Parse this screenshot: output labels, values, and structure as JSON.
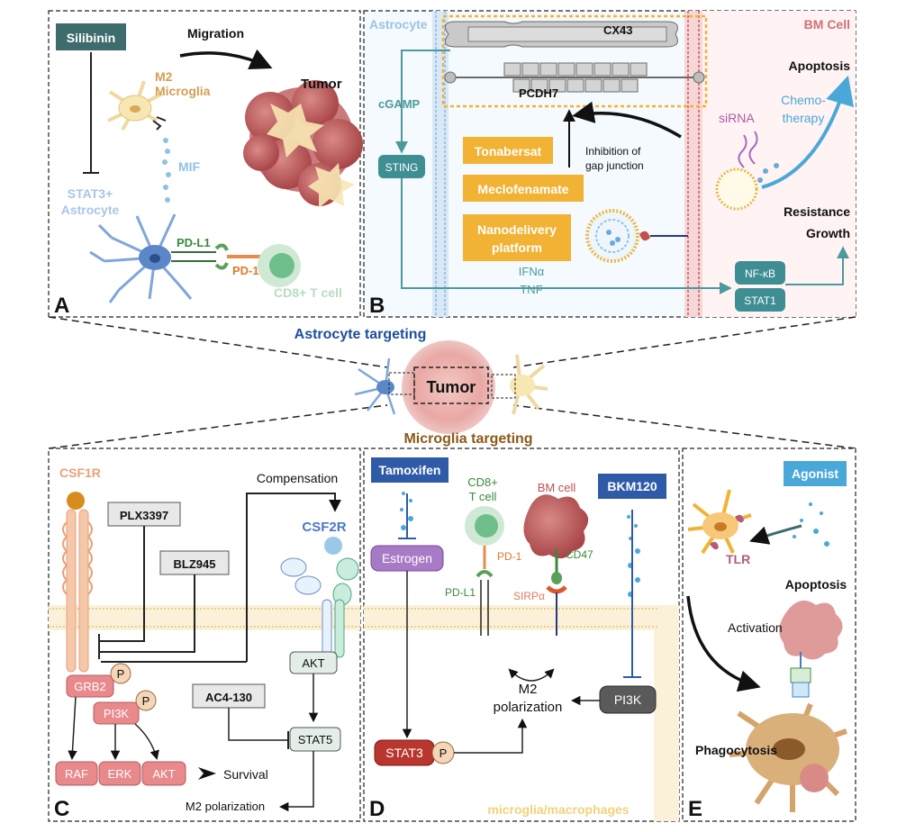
{
  "panels": {
    "a": {
      "letter": "A",
      "silibinin": "Silibinin",
      "migration": "Migration",
      "m2_microglia_1": "M2",
      "m2_microglia_2": "Microglia",
      "tumor": "Tumor",
      "mif": "MIF",
      "stat3_astrocyte_1": "STAT3+",
      "stat3_astrocyte_2": "Astrocyte",
      "pdl1": "PD-L1",
      "pd1": "PD-1",
      "cd8": "CD8+ T cell"
    },
    "b": {
      "letter": "B",
      "astrocyte": "Astrocyte",
      "bm_cell": "BM Cell",
      "cx43": "CX43",
      "pcdh7": "PCDH7",
      "cgamp": "cGAMP",
      "sting": "STING",
      "tonabersat": "Tonabersat",
      "meclofenamate": "Meclofenamate",
      "nanodelivery_1": "Nanodelivery",
      "nanodelivery_2": "platform",
      "inhibition_1": "Inhibition of",
      "inhibition_2": "gap junction",
      "sirna": "siRNA",
      "chemo_1": "Chemo-",
      "chemo_2": "therapy",
      "apoptosis": "Apoptosis",
      "resistance": "Resistance",
      "growth": "Growth",
      "ifna": "IFNα",
      "tnf": "TNF",
      "nfkb": "NF-κB",
      "stat1": "STAT1"
    },
    "center": {
      "astrocyte_targeting": "Astrocyte targeting",
      "tumor": "Tumor",
      "microglia_targeting": "Microglia targeting"
    },
    "c": {
      "letter": "C",
      "csf1r": "CSF1R",
      "plx3397": "PLX3397",
      "blz945": "BLZ945",
      "compensation": "Compensation",
      "csf2r": "CSF2R",
      "grb2": "GRB2",
      "pi3k": "PI3K",
      "p": "P",
      "akt": "AKT",
      "stat5": "STAT5",
      "ac4130": "AC4-130",
      "raf": "RAF",
      "erk": "ERK",
      "akt2": "AKT",
      "survival": "Survival",
      "m2_polarization": "M2 polarization"
    },
    "d": {
      "letter": "D",
      "tamoxifen": "Tamoxifen",
      "estrogen": "Estrogen",
      "cd8_1": "CD8+",
      "cd8_2": "T cell",
      "bm_cell": "BM cell",
      "bkm120": "BKM120",
      "pd1": "PD-1",
      "cd47": "CD47",
      "pdl1": "PD-L1",
      "sirpa": "SIRPα",
      "m2_1": "M2",
      "m2_2": "polarization",
      "pi3k": "PI3K",
      "stat3": "STAT3",
      "p": "P",
      "microglia_macrophages": "microglia/macrophages"
    },
    "e": {
      "letter": "E",
      "agonist": "Agonist",
      "tlr": "TLR",
      "apoptosis": "Apoptosis",
      "activation": "Activation",
      "phagocytosis": "Phagocytosis"
    }
  },
  "colors": {
    "dark_teal": "#3e6b6b",
    "orange_box": "#f2b233",
    "blue_title": "#1f4e9c",
    "brown_title": "#8a5a17",
    "csf1r": "#e8a27c",
    "csf2r": "#4a7bc1",
    "pink_node": "#e8898c",
    "teal_node": "#3e8e93",
    "bm_red": "#c0392b"
  },
  "icons": [
    "tumor-cell-icon",
    "microglia-icon",
    "astrocyte-icon",
    "t-cell-icon",
    "nanoparticle-icon",
    "gap-junction-icon",
    "receptor-icon",
    "membrane-icon",
    "dna-sirna-icon"
  ]
}
